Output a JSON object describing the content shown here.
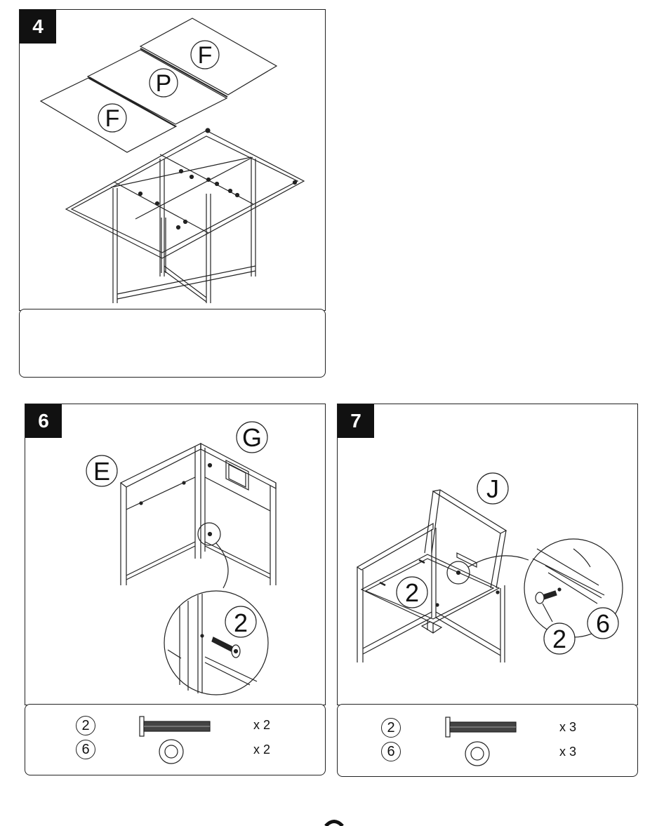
{
  "steps": [
    {
      "number": "4",
      "labels": [
        "F",
        "P",
        "F"
      ]
    },
    {
      "number": "6",
      "labels": [
        "E",
        "G",
        "2"
      ],
      "hardware": [
        {
          "id": "2",
          "qty": "x 2",
          "icon": "bolt-icon"
        },
        {
          "id": "6",
          "qty": "x 2",
          "icon": "washer-icon"
        }
      ]
    },
    {
      "number": "7",
      "labels": [
        "J",
        "2",
        "2",
        "6"
      ],
      "hardware": [
        {
          "id": "2",
          "qty": "x 3",
          "icon": "bolt-icon"
        },
        {
          "id": "6",
          "qty": "x 3",
          "icon": "washer-icon"
        }
      ]
    }
  ]
}
